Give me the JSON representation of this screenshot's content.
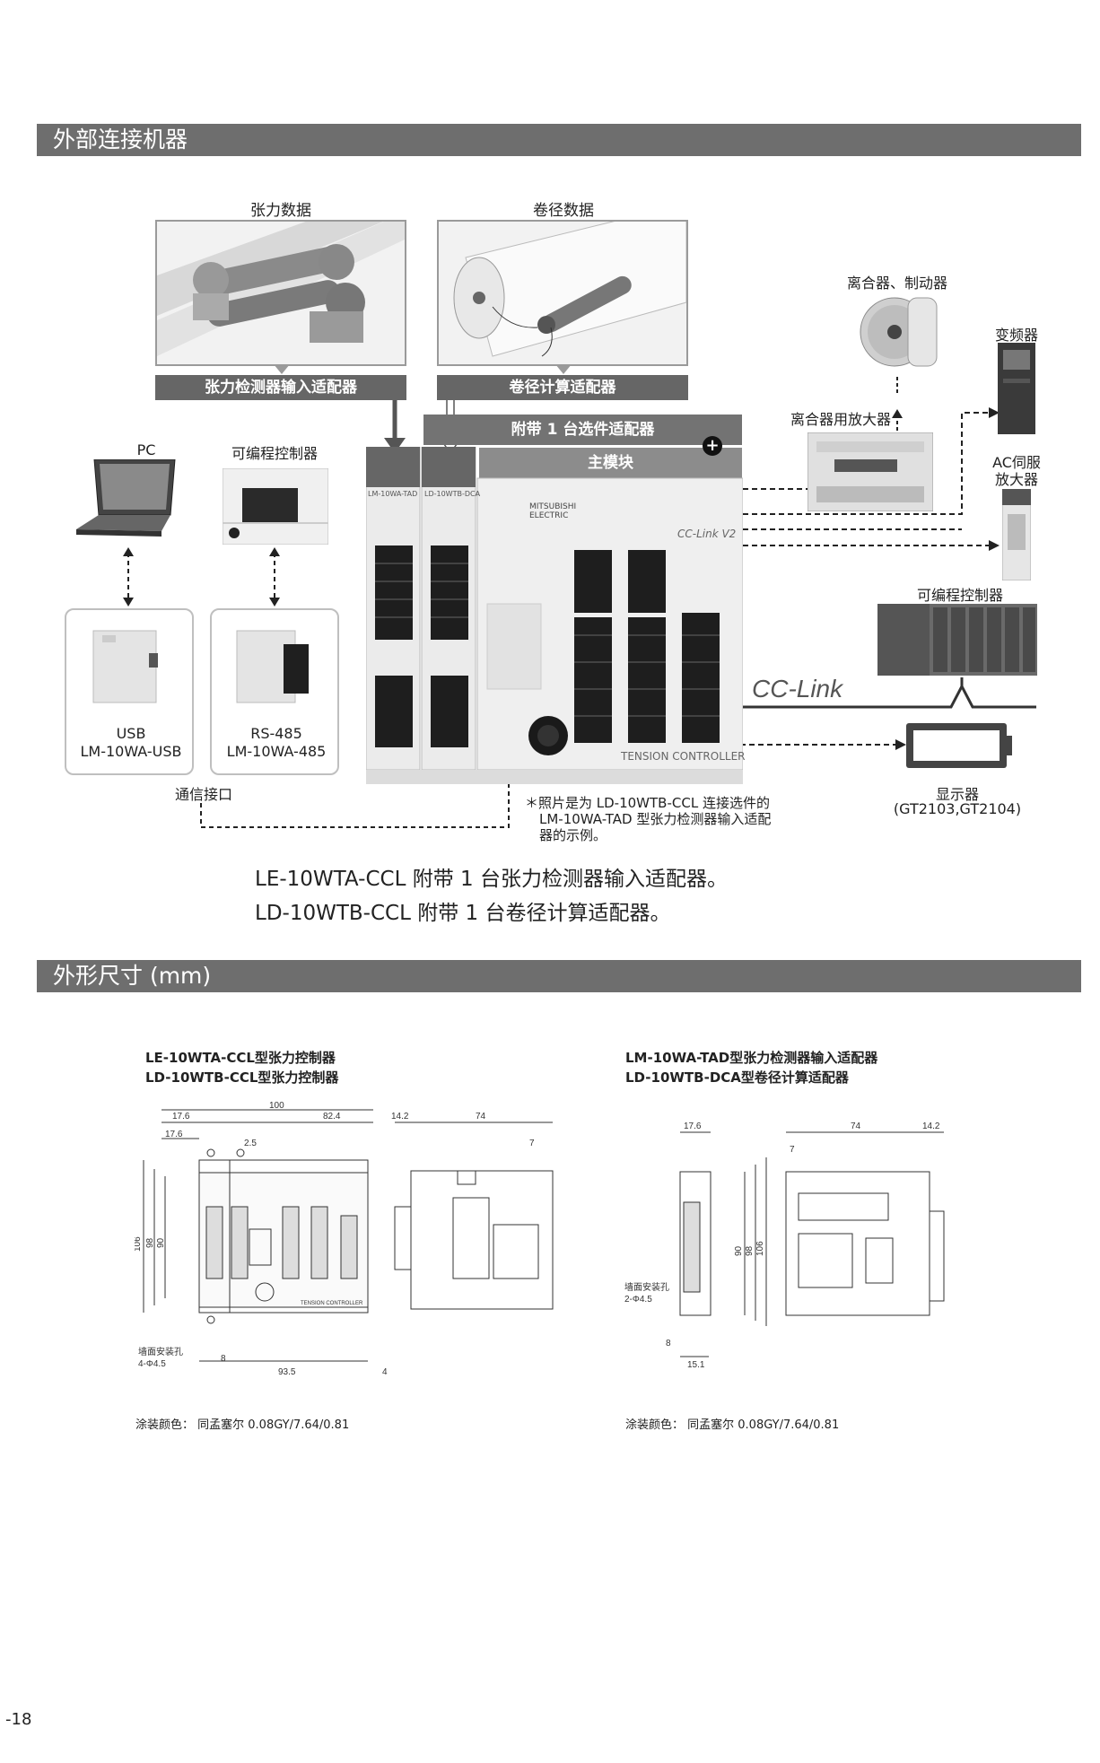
{
  "section1": {
    "title": "外部连接机器"
  },
  "diagram": {
    "tension_data_label": "张力数据",
    "roll_data_label": "卷径数据",
    "tension_adapter_banner": "张力检测器输入适配器",
    "roll_adapter_banner": "卷径计算适配器",
    "option_banner": "附带 1 台选件适配器",
    "main_module_banner": "主模块",
    "plus_sign": "+",
    "pc_label": "PC",
    "plc_label_left": "可编程控制器",
    "usb_line1": "USB",
    "usb_line2": "LM-10WA-USB",
    "rs485_line1": "RS-485",
    "rs485_line2": "LM-10WA-485",
    "comm_interface": "通信接口",
    "clutch_brake": "离合器、制动器",
    "clutch_amp": "离合器用放大器",
    "inverter": "变频器",
    "ac_servo_line1": "AC伺服",
    "ac_servo_line2": "放大器",
    "plc_label_right": "可编程控制器",
    "cclink_logo": "CC-Link",
    "display_label": "显示器",
    "display_models": "(GT2103,GT2104)",
    "module_left_tag": "LM-10WA-TAD",
    "module_mid_tag": "LD-10WTB-DCA",
    "brand_text": "MITSUBISHI ELECTRIC",
    "controller_text": "TENSION CONTROLLER",
    "cclink_small": "CC-Link V2",
    "note_line1": "＊照片是为 LD-10WTB-CCL 连接选件的",
    "note_line2": "LM-10WA-TAD 型张力检测器输入适配",
    "note_line3": "器的示例。"
  },
  "summary": {
    "line1": "LE-10WTA-CCL 附带 1 台张力检测器输入适配器。",
    "line2": "LD-10WTB-CCL 附带 1 台卷径计算适配器。"
  },
  "section2": {
    "title": "外形尺寸 (mm)"
  },
  "dims_left": {
    "title1": "LE-10WTA-CCL型张力控制器",
    "title2": "LD-10WTB-CCL型张力控制器",
    "d100": "100",
    "d176a": "17.6",
    "d824": "82.4",
    "d142": "14.2",
    "d74": "74",
    "d176b": "17.6",
    "d25": "2.5",
    "d7": "7",
    "d106": "106",
    "d98": "98",
    "d90": "90",
    "hole1": "墙面安装孔",
    "hole2": "4-Φ4.5",
    "d8": "8",
    "d935": "93.5",
    "d4": "4",
    "panel_text": "TENSION CONTROLLER",
    "paint": "涂装颜色：  同孟塞尔 0.08GY/7.64/0.81"
  },
  "dims_right": {
    "title1": "LM-10WA-TAD型张力检测器输入适配器",
    "title2": "LD-10WTB-DCA型卷径计算适配器",
    "d176": "17.6",
    "d74": "74",
    "d142": "14.2",
    "d7": "7",
    "d90": "90",
    "d98": "98",
    "d106": "106",
    "hole1": "墙面安装孔",
    "hole2": "2-Φ4.5",
    "d8": "8",
    "d151": "15.1",
    "paint": "涂装颜色：  同孟塞尔 0.08GY/7.64/0.81"
  },
  "page_number": "-18"
}
